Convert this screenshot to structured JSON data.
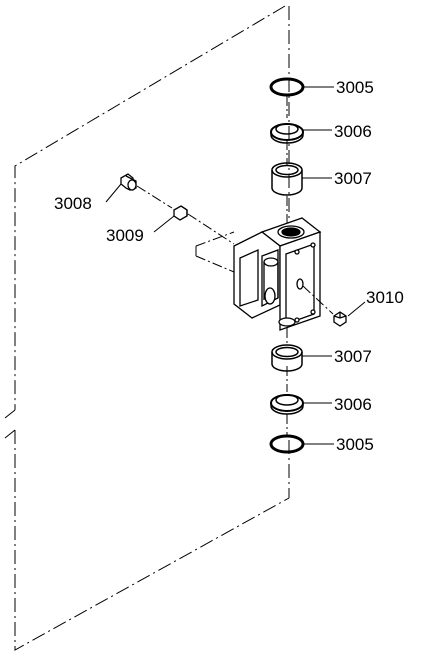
{
  "diagram": {
    "type": "exploded-parts-view",
    "line_color": "#000000",
    "background": "#ffffff",
    "callouts": [
      {
        "id": "c1",
        "label": "3005"
      },
      {
        "id": "c2",
        "label": "3006"
      },
      {
        "id": "c3",
        "label": "3007"
      },
      {
        "id": "c4",
        "label": "3008"
      },
      {
        "id": "c5",
        "label": "3009"
      },
      {
        "id": "c6",
        "label": "3010"
      },
      {
        "id": "c7",
        "label": "3007"
      },
      {
        "id": "c8",
        "label": "3006"
      },
      {
        "id": "c9",
        "label": "3005"
      }
    ]
  }
}
